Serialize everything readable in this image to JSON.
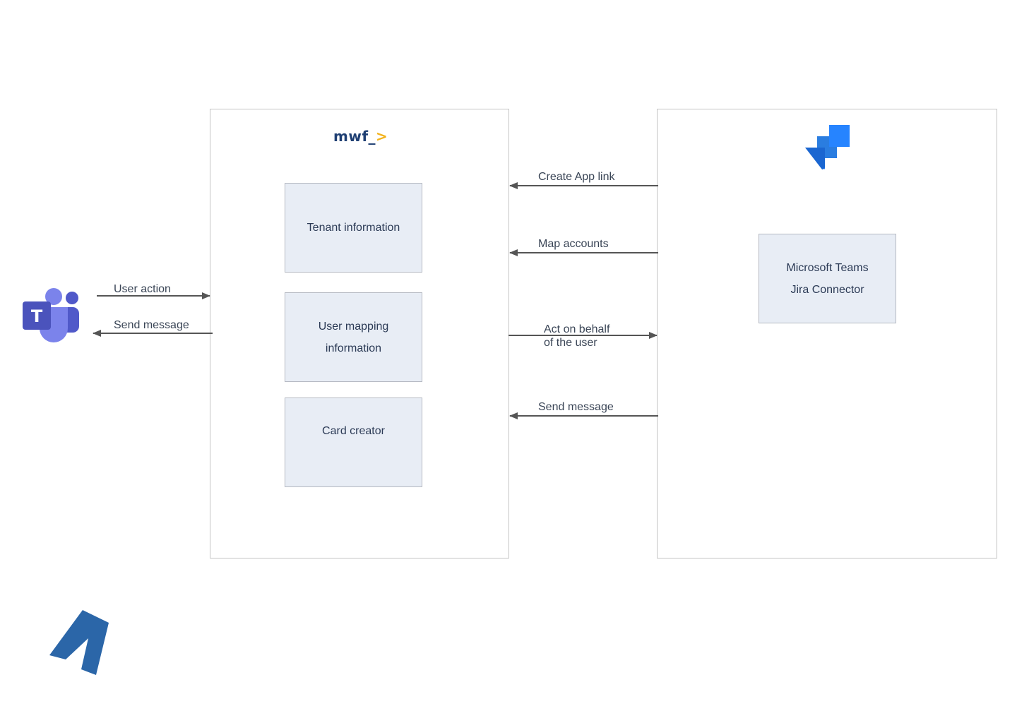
{
  "logos": {
    "mwf": {
      "text": "mwf_",
      "caret": ">"
    },
    "teams": {
      "icon": "microsoft-teams-icon",
      "letter": "T",
      "color": "#5059c9"
    },
    "jira": {
      "icon": "jira-icon",
      "color": "#2684ff"
    },
    "company": {
      "icon": "company-logo-icon",
      "color": "#2b66a8"
    }
  },
  "mwf_box": {
    "components": {
      "tenant": "Tenant information",
      "user_mapping": "User mapping\ninformation",
      "card_creator": "Card creator"
    }
  },
  "jira_box": {
    "connector": "Microsoft Teams\nJira Connector"
  },
  "edges": {
    "user_action": "User action",
    "send_message_to_teams": "Send message",
    "create_app_link": "Create App link",
    "map_accounts": "Map accounts",
    "act_on_behalf": "Act on behalf\nof the user",
    "send_message_from_jira": "Send message"
  },
  "colors": {
    "box_border": "#c4c4c4",
    "component_fill": "#e8edf5",
    "arrow": "#555555",
    "text": "#2b3a55"
  }
}
